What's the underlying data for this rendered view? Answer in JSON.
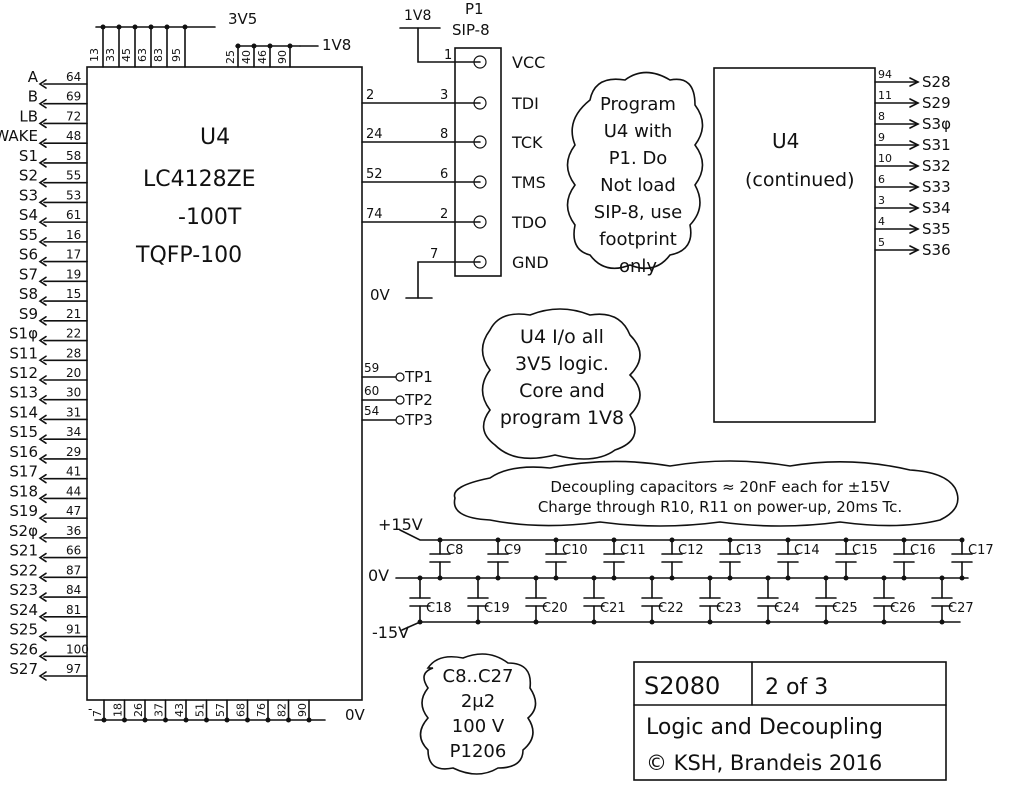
{
  "power_top": {
    "v3v5": "3V5",
    "v1v8": "1V8",
    "pins_3v5": [
      "13",
      "33",
      "45",
      "63",
      "83",
      "95"
    ],
    "pins_1v8": [
      "25",
      "40",
      "46",
      "90"
    ]
  },
  "u4": {
    "ref": "U4",
    "part": "LC4128ZE",
    "suffix": "-100T",
    "package": "TQFP-100"
  },
  "u4_left_pins": [
    {
      "sig": "A",
      "pin": "64"
    },
    {
      "sig": "B",
      "pin": "69"
    },
    {
      "sig": "LB",
      "pin": "72"
    },
    {
      "sig": "WAKE",
      "pin": "48"
    },
    {
      "sig": "S1",
      "pin": "58"
    },
    {
      "sig": "S2",
      "pin": "55"
    },
    {
      "sig": "S3",
      "pin": "53"
    },
    {
      "sig": "S4",
      "pin": "61"
    },
    {
      "sig": "S5",
      "pin": "16"
    },
    {
      "sig": "S6",
      "pin": "17"
    },
    {
      "sig": "S7",
      "pin": "19"
    },
    {
      "sig": "S8",
      "pin": "15"
    },
    {
      "sig": "S9",
      "pin": "21"
    },
    {
      "sig": "S1φ",
      "pin": "22"
    },
    {
      "sig": "S11",
      "pin": "28"
    },
    {
      "sig": "S12",
      "pin": "20"
    },
    {
      "sig": "S13",
      "pin": "30"
    },
    {
      "sig": "S14",
      "pin": "31"
    },
    {
      "sig": "S15",
      "pin": "34"
    },
    {
      "sig": "S16",
      "pin": "29"
    },
    {
      "sig": "S17",
      "pin": "41"
    },
    {
      "sig": "S18",
      "pin": "44"
    },
    {
      "sig": "S19",
      "pin": "47"
    },
    {
      "sig": "S2φ",
      "pin": "36"
    },
    {
      "sig": "S21",
      "pin": "66"
    },
    {
      "sig": "S22",
      "pin": "87"
    },
    {
      "sig": "S23",
      "pin": "84"
    },
    {
      "sig": "S24",
      "pin": "81"
    },
    {
      "sig": "S25",
      "pin": "91"
    },
    {
      "sig": "S26",
      "pin": "100"
    },
    {
      "sig": "S27",
      "pin": "97"
    }
  ],
  "u4_right_pins": [
    {
      "pin": "2",
      "target": "3"
    },
    {
      "pin": "24",
      "target": "8"
    },
    {
      "pin": "52",
      "target": "6"
    },
    {
      "pin": "74",
      "target": "2"
    }
  ],
  "testpoints": [
    {
      "pin": "59",
      "label": "TP1"
    },
    {
      "pin": "60",
      "label": "TP2"
    },
    {
      "pin": "54",
      "label": "TP3"
    }
  ],
  "bottom_pins": {
    "pins": [
      "7",
      "18",
      "26",
      "37",
      "43",
      "51",
      "57",
      "68",
      "76",
      "82",
      "90"
    ],
    "label": "0V",
    "dash": "-"
  },
  "p1": {
    "ref": "P1",
    "type": "SIP-8",
    "supply": "1V8",
    "supply_pin": "1",
    "gnd_pin": "7",
    "gnd_label": "0V",
    "pins": [
      "VCC",
      "TDI",
      "TCK",
      "TMS",
      "TDO",
      "GND"
    ]
  },
  "note_program": [
    "Program",
    "U4 with",
    "P1. Do",
    "Not load",
    "SIP-8, use",
    "footprint",
    "only"
  ],
  "u4b": {
    "title": "U4",
    "subtitle": "(continued)",
    "pins": [
      {
        "pin": "94",
        "sig": "S28"
      },
      {
        "pin": "11",
        "sig": "S29"
      },
      {
        "pin": "8",
        "sig": "S3φ"
      },
      {
        "pin": "9",
        "sig": "S31"
      },
      {
        "pin": "10",
        "sig": "S32"
      },
      {
        "pin": "6",
        "sig": "S33"
      },
      {
        "pin": "3",
        "sig": "S34"
      },
      {
        "pin": "4",
        "sig": "S35"
      },
      {
        "pin": "5",
        "sig": "S36"
      }
    ]
  },
  "note_io": [
    "U4 I/o all",
    "3V5 logic.",
    "Core and",
    "program 1V8"
  ],
  "note_decoupling": [
    "Decoupling capacitors ≈ 20nF each for ±15V",
    "Charge through R10, R11 on power-up, 20ms Tc."
  ],
  "rails": {
    "pos": "+15V",
    "zero": "0V",
    "neg": "-15V"
  },
  "caps_top": [
    "C8",
    "C9",
    "C10",
    "C11",
    "C12",
    "C13",
    "C14",
    "C15",
    "C16",
    "C17"
  ],
  "caps_bottom": [
    "C18",
    "C19",
    "C20",
    "C21",
    "C22",
    "C23",
    "C24",
    "C25",
    "C26",
    "C27"
  ],
  "cap_note": [
    "C8..C27",
    "2μ2",
    "100 V",
    "P1206"
  ],
  "title_block": {
    "number": "S2080",
    "sheet": "2 of 3",
    "title": "Logic and Decoupling",
    "copyright": "© KSH, Brandeis 2016"
  }
}
